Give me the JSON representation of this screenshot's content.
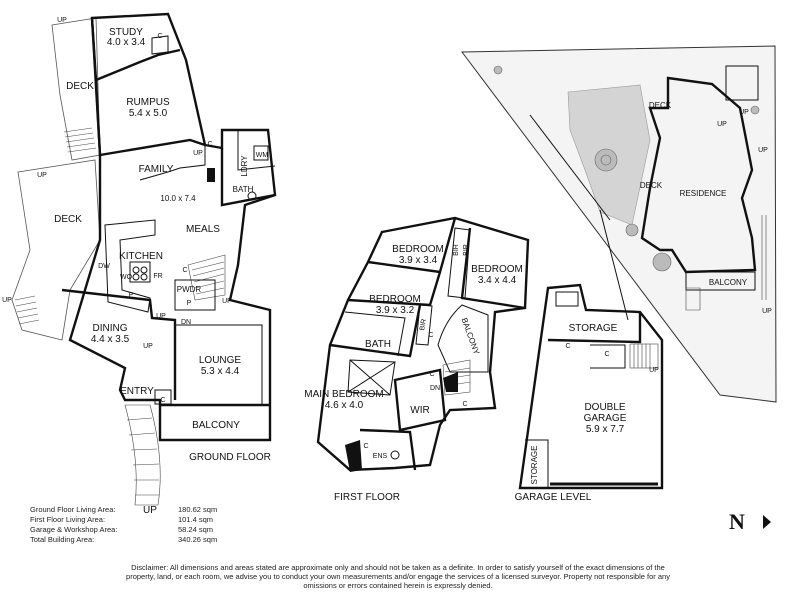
{
  "rooms": {
    "study": {
      "name": "STUDY",
      "dims": "4.0 x 3.4"
    },
    "rumpus": {
      "name": "RUMPUS",
      "dims": "5.4 x 5.0"
    },
    "family": {
      "name": "FAMILY",
      "dims": "10.0 x 7.4"
    },
    "meals": "MEALS",
    "kitchen": "KITCHEN",
    "dining": {
      "name": "DINING",
      "dims": "4.4 x 3.5"
    },
    "lounge": {
      "name": "LOUNGE",
      "dims": "5.3 x 4.4"
    },
    "entry": "ENTRY",
    "balcony_ground": "BALCONY",
    "deck_upper": "DECK",
    "deck_lower": "DECK",
    "ldry": "LDRY",
    "bath_ground": "BATH",
    "pwdr": "PWDR",
    "wm": "WM",
    "dw": "DW",
    "wo": "WO",
    "fr": "FR",
    "p_kitchen": "P",
    "p_pwdr": "P",
    "bedroom1": {
      "name": "BEDROOM",
      "dims": "3.9 x 3.4"
    },
    "bedroom2": {
      "name": "BEDROOM",
      "dims": "3.4 x 4.4"
    },
    "bedroom3": {
      "name": "BEDROOM",
      "dims": "3.9 x 3.2"
    },
    "bath_first": "BATH",
    "balcony_first": "BALCONY",
    "main_bedroom": {
      "name": "MAIN BEDROOM",
      "dims": "4.6 x 4.0"
    },
    "wir": "WIR",
    "ens": "ENS",
    "bir": "BIR",
    "storage_top": "STORAGE",
    "storage_side": "STORAGE",
    "double_garage": {
      "line1": "DOUBLE",
      "line2": "GARAGE",
      "dims": "5.9 x 7.7"
    },
    "site_deck_top": "DECK",
    "site_deck_mid": "DECK",
    "residence": "RESIDENCE",
    "site_balcony": "BALCONY"
  },
  "marks": {
    "up": "UP",
    "dn": "DN",
    "c": "C"
  },
  "floors": {
    "ground": "GROUND FLOOR",
    "first": "FIRST FLOOR",
    "garage": "GARAGE LEVEL"
  },
  "areas": [
    {
      "label": "Ground Floor Living Area:",
      "value": "180.62 sqm"
    },
    {
      "label": "First Floor Living Area:",
      "value": "101.4 sqm"
    },
    {
      "label": "Garage & Workshop Area:",
      "value": "58.24 sqm"
    },
    {
      "label": "Total Building Area:",
      "value": "340.26 sqm"
    }
  ],
  "north": "N",
  "disclaimer": "Disclaimer: All dimensions and areas stated are approximate only and should not be taken as a definite. In order to satisfy yourself of the exact dimensions of the property, land, or each room, we advise you to conduct your own measurements and/or engage the services of a licensed surveyor. Property not responsible for any omissions or errors contained herein is expressly denied."
}
